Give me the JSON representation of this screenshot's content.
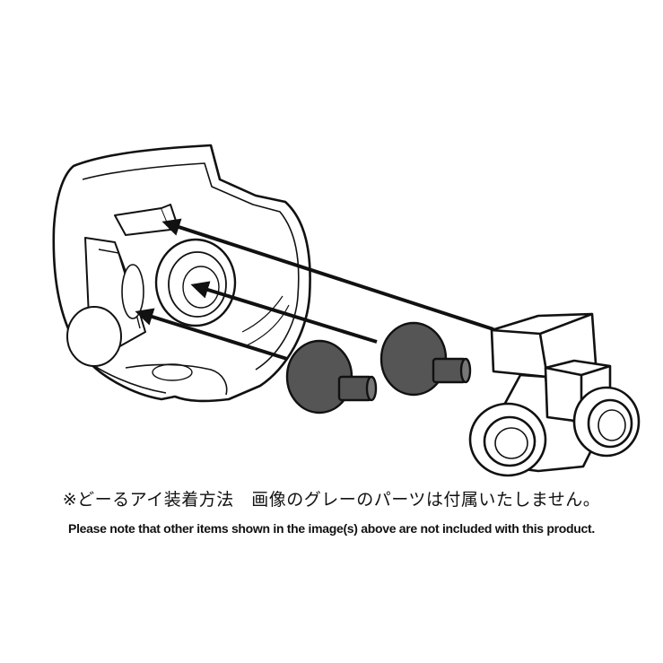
{
  "notes": {
    "japanese": "※どーるアイ装着方法　画像のグレーのパーツは付属いたしません。",
    "english": "Please note that other items shown in the image(s) above are not included with this product."
  },
  "colors": {
    "outline": "#111111",
    "gray_part_fill": "#555555",
    "background": "#ffffff"
  },
  "parts": {
    "head_shell": "doll-head-back-shell",
    "eyeballs": [
      "gray-eyeball-left",
      "gray-eyeball-right"
    ],
    "eye_mechanism": "eye-mechanism-bracket"
  }
}
